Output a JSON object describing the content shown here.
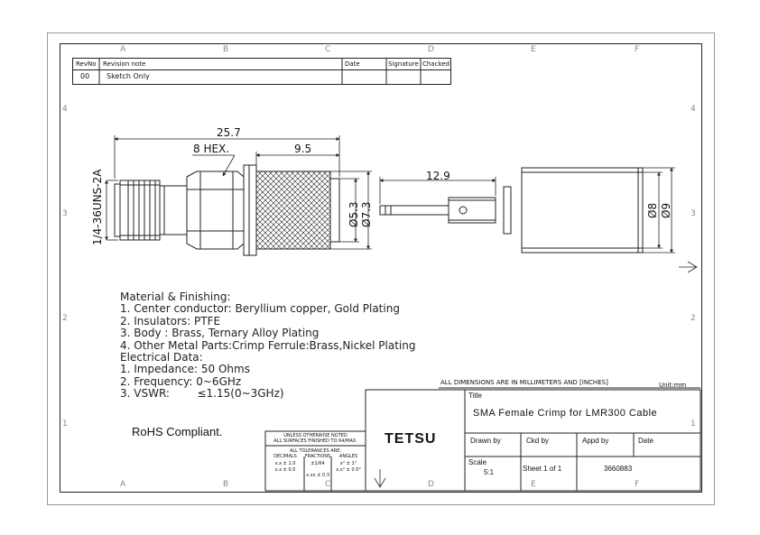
{
  "zones": {
    "columns": [
      "A",
      "B",
      "C",
      "D",
      "E",
      "F"
    ],
    "rows": [
      "4",
      "3",
      "2",
      "1"
    ]
  },
  "revision_table": {
    "headers": {
      "rev_no": "RevNo",
      "note": "Revision note",
      "date": "Date",
      "signature": "Signature",
      "checked": "Chacked"
    },
    "rows": [
      {
        "rev_no": "00",
        "note": "Sketch Only"
      }
    ]
  },
  "dimensions": {
    "overall_length": "25.7",
    "hex": "8 HEX.",
    "crimp_length": "9.5",
    "thread": "1/4-36UNS-2A",
    "dia_inner": "Ø5.3",
    "dia_outer": "Ø7.3",
    "pin_length": "12.9",
    "ferrule_inner": "Ø8",
    "ferrule_outer": "Ø9"
  },
  "notes": [
    "Material & Finishing:",
    "1. Center conductor: Beryllium copper, Gold Plating",
    "2. Insulators: PTFE",
    "3. Body : Brass, Ternary Alloy Plating",
    "4. Other Metal Parts:Crimp Ferrule:Brass,Nickel Plating",
    "Electrical Data:",
    "1. Impedance: 50 Ohms",
    "2. Frequency: 0~6GHz",
    "3. VSWR:        ≤1.15(0~3GHz)"
  ],
  "rohs": "RoHS Compliant.",
  "units_note": "ALL DIMENSIONS ARE IN MILLIMETERS AND [INCHES]",
  "unit": "Unit:mm",
  "tolerance": {
    "line1": "UNLESS OTHERWISE NOTED",
    "line2": "ALL SURFACES FINISHED TO 64/MAX.",
    "line3": "ALL TOLERANCES ARE:",
    "decimals_hdr": "DECIMALS",
    "fractions_hdr": "FRACTIONS",
    "angles_hdr": "ANGLES",
    "dec1": "x.x ± 1.0",
    "dec2": "x.x ± 0.5",
    "dec3": "x.xx ± 0.3",
    "frac1": "±1/64",
    "ang1": "x° ± 1°",
    "ang2": "x.x° ± 0.5°"
  },
  "title_block": {
    "title_label": "Title",
    "title": "SMA Female Crimp for LMR300 Cable",
    "company": "TETSU",
    "drawn_by": "Drawn by",
    "ckd_by": "Ckd by",
    "appd_by": "Appd by",
    "date": "Date",
    "scale_label": "Scale",
    "scale": "5:1",
    "sheet": "Sheet 1 of 1",
    "part_no": "3660883"
  }
}
